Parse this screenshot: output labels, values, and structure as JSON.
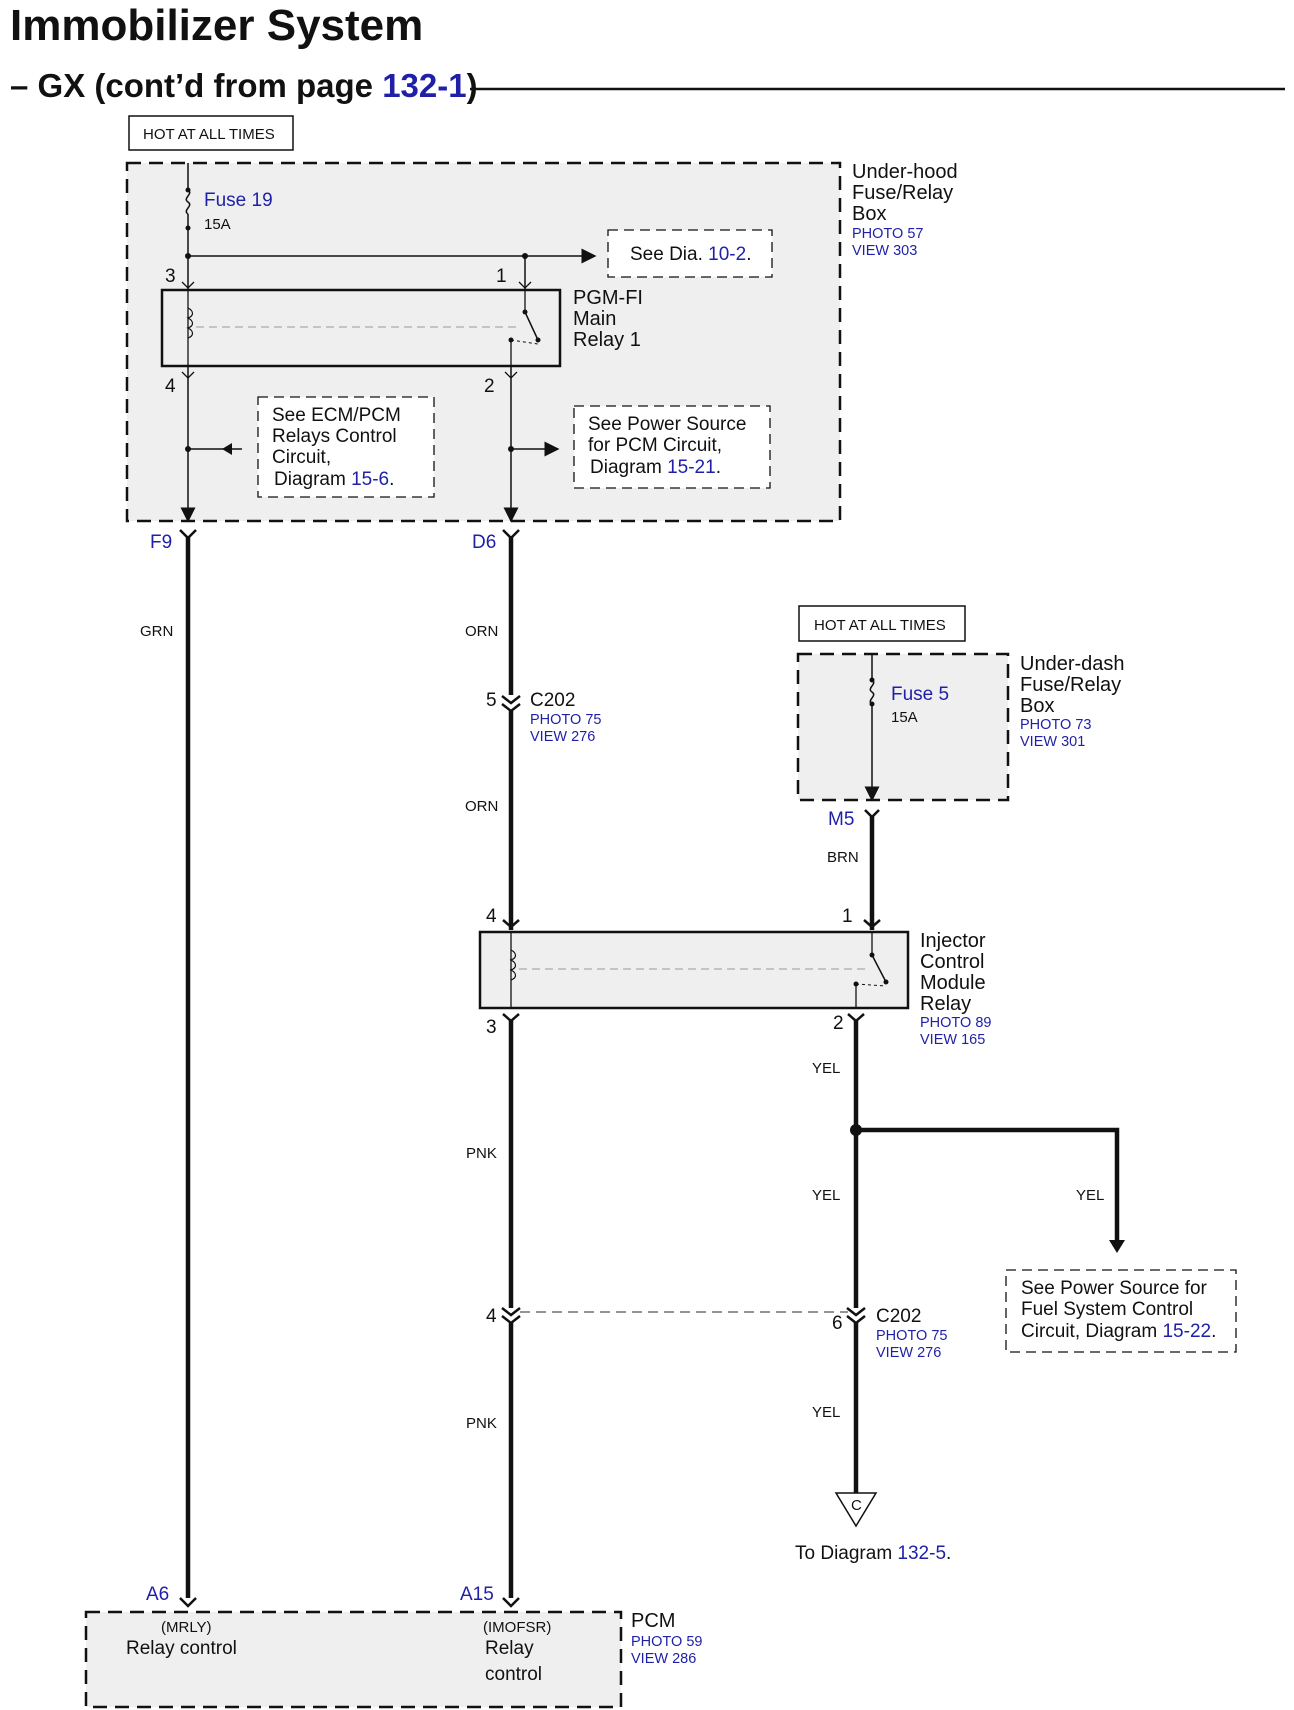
{
  "header": {
    "title": "Immobilizer System",
    "subtitle_prefix": "– GX (cont’d from page ",
    "subtitle_link": "132-1",
    "subtitle_suffix": ")"
  },
  "underhood_box": {
    "hot_label": "HOT AT ALL TIMES",
    "name_lines": [
      "Under-hood",
      "Fuse/Relay",
      "Box"
    ],
    "photo": "PHOTO 57",
    "view": "VIEW 303",
    "fuse_name": "Fuse 19",
    "fuse_rating": "15A",
    "relay_name_lines": [
      "PGM-FI",
      "Main",
      "Relay 1"
    ],
    "relay_pins": {
      "p3": "3",
      "p1": "1",
      "p4": "4",
      "p2": "2"
    },
    "see_dia": {
      "prefix": "See Dia. ",
      "link": "10-2",
      "suffix": "."
    },
    "see_ecm": {
      "lines": [
        "See ECM/PCM",
        "Relays Control",
        "Circuit,"
      ],
      "last_prefix": "Diagram ",
      "link": "15-6",
      "suffix": "."
    },
    "see_power_pcm": {
      "lines": [
        "See Power Source",
        "for PCM Circuit,"
      ],
      "last_prefix": "Diagram ",
      "link": "15-21",
      "suffix": "."
    },
    "terminal_left": "F9",
    "terminal_right": "D6"
  },
  "wires": {
    "grn": "GRN",
    "orn_top": "ORN",
    "orn_bottom": "ORN",
    "brn": "BRN",
    "pnk_top": "PNK",
    "pnk_bottom": "PNK",
    "yel_1": "YEL",
    "yel_2": "YEL",
    "yel_branch": "YEL",
    "yel_3": "YEL"
  },
  "c202_top": {
    "pin": "5",
    "name": "C202",
    "photo": "PHOTO 75",
    "view": "VIEW 276"
  },
  "underdash_box": {
    "hot_label": "HOT AT ALL TIMES",
    "name_lines": [
      "Under-dash",
      "Fuse/Relay",
      "Box"
    ],
    "photo": "PHOTO 73",
    "view": "VIEW 301",
    "fuse_name": "Fuse 5",
    "fuse_rating": "15A",
    "terminal": "M5"
  },
  "injector_relay": {
    "name_lines": [
      "Injector",
      "Control",
      "Module",
      "Relay"
    ],
    "photo": "PHOTO 89",
    "view": "VIEW 165",
    "pins": {
      "p4": "4",
      "p1": "1",
      "p3": "3",
      "p2": "2"
    }
  },
  "c202_bottom": {
    "pin_left": "4",
    "pin_right": "6",
    "name": "C202",
    "photo": "PHOTO 75",
    "view": "VIEW 276"
  },
  "see_power_fuel": {
    "lines": [
      "See Power Source for",
      "Fuel System Control"
    ],
    "last_prefix": "Circuit, Diagram ",
    "link": "15-22",
    "suffix": "."
  },
  "ground_ref": {
    "letter": "C",
    "prefix": "To Diagram ",
    "link": "132-5",
    "suffix": "."
  },
  "pcm": {
    "name": "PCM",
    "photo": "PHOTO 59",
    "view": "VIEW 286",
    "terminal_left": "A6",
    "terminal_right": "A15",
    "left_signal": "(MRLY)",
    "left_desc": "Relay control",
    "right_signal": "(IMOFSR)",
    "right_desc_lines": [
      "Relay",
      "control"
    ]
  },
  "colors": {
    "link_blue": "#1f1fa8",
    "box_fill": "#efefef",
    "wire": "#111111"
  }
}
